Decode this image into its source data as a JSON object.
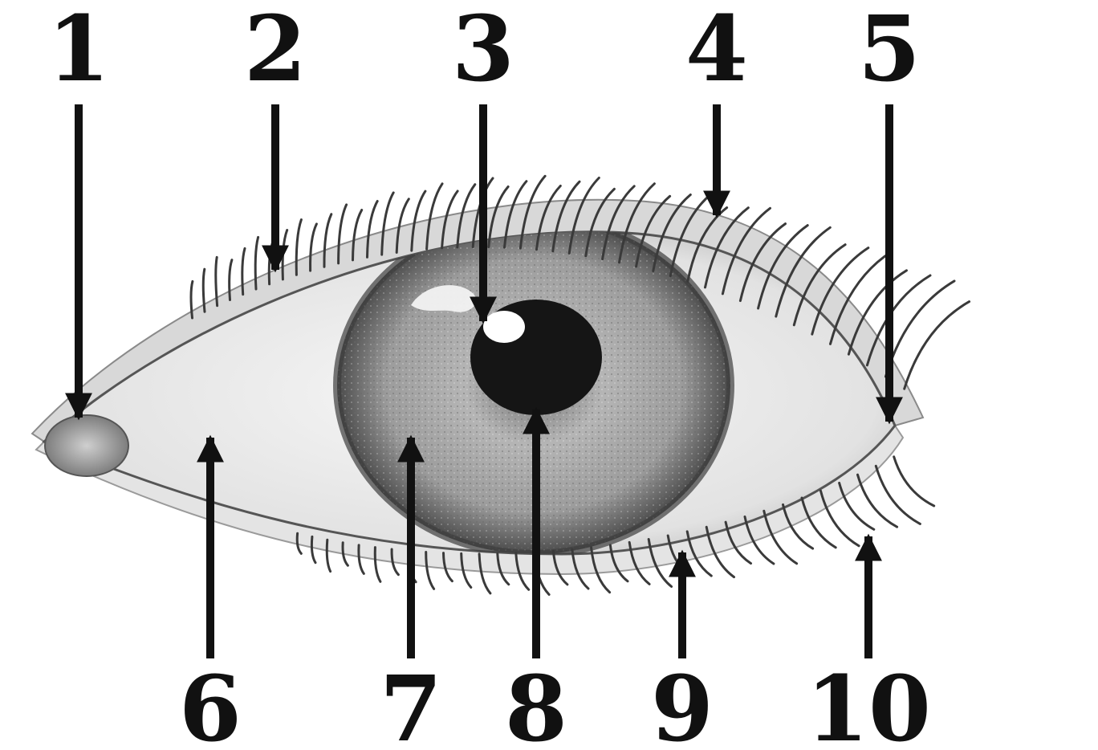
{
  "labels": [
    {
      "id": 1,
      "text": "1"
    },
    {
      "id": 2,
      "text": "2"
    },
    {
      "id": 3,
      "text": "3"
    },
    {
      "id": 4,
      "text": "4"
    },
    {
      "id": 5,
      "text": "5"
    },
    {
      "id": 6,
      "text": "6"
    },
    {
      "id": 7,
      "text": "7"
    },
    {
      "id": 8,
      "text": "8"
    },
    {
      "id": 9,
      "text": "9"
    },
    {
      "id": 10,
      "text": "10"
    }
  ],
  "colors": {
    "background": "#ffffff",
    "ink": "#111111",
    "sclera": "#efefef",
    "iris": "#9a9a9a",
    "pupil": "#151515",
    "lash": "#3a3a3a"
  }
}
